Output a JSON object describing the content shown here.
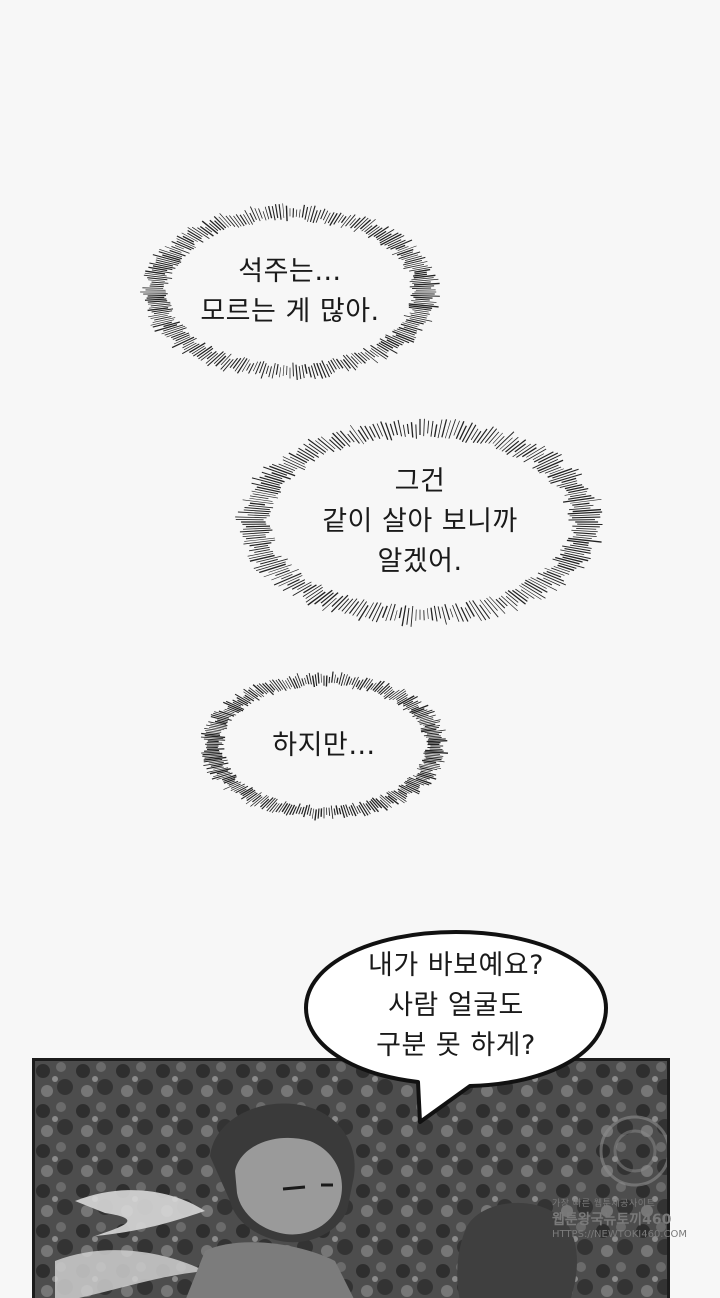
{
  "thought_bubbles": [
    {
      "lines": [
        "석주는…",
        "모르는 게 많아."
      ]
    },
    {
      "lines": [
        "그건",
        "같이 살아 보니까",
        "알겠어."
      ]
    },
    {
      "lines": [
        "하지만…"
      ]
    }
  ],
  "speech_bubble": {
    "lines": [
      "내가 바보예요?",
      "사람 얼굴도",
      "구분 못 하게?"
    ]
  },
  "watermark": {
    "line1": "가장 빠른 웹툰제공사이트",
    "line2": "웹툰왕국뉴토끼460",
    "line3": "HTTPS://NEWTOKI460.COM"
  },
  "colors": {
    "page_background": "#f7f7f7",
    "ink": "#1a1a1a",
    "panel_background": "#5a5a5a"
  }
}
